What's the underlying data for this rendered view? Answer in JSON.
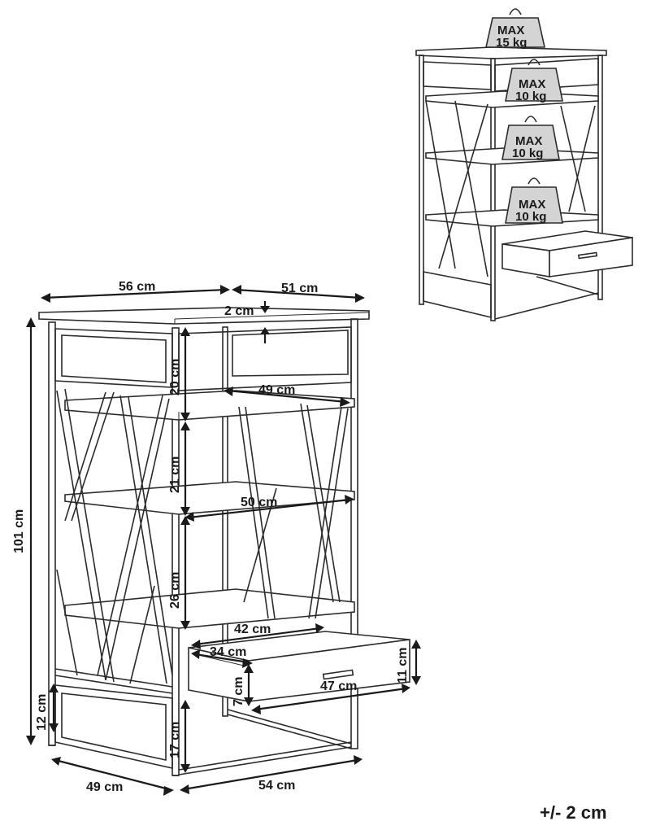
{
  "dimensions": {
    "top_width": "56 cm",
    "top_depth": "51 cm",
    "top_thickness": "2 cm",
    "shelf1_width": "49 cm",
    "shelf2_width": "50 cm",
    "drawer_inner_width": "42 cm",
    "drawer_inner_depth": "34 cm",
    "drawer_front_width": "47 cm",
    "drawer_inner_height": "7 cm",
    "drawer_height": "11 cm",
    "gap_top": "20 cm",
    "gap_middle": "21 cm",
    "gap_lower": "26 cm",
    "gap_bottom": "17 cm",
    "total_height": "101 cm",
    "base_height": "12 cm",
    "base_depth": "49 cm",
    "base_width": "54 cm"
  },
  "weight_limits": [
    {
      "label": "MAX",
      "value": "15 kg"
    },
    {
      "label": "MAX",
      "value": "10 kg"
    },
    {
      "label": "MAX",
      "value": "10 kg"
    },
    {
      "label": "MAX",
      "value": "10 kg"
    }
  ],
  "tolerance": "+/- 2 cm"
}
